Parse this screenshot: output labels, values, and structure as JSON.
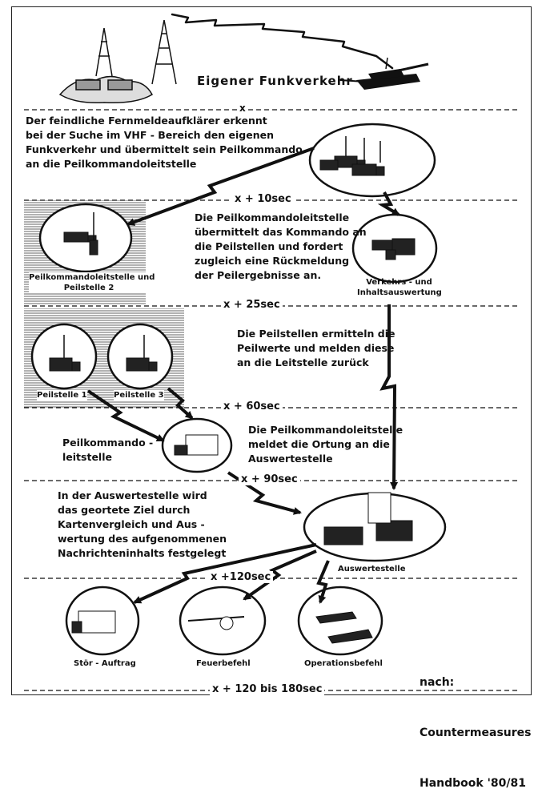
{
  "title": "Eigener Funkverkehr",
  "times": {
    "t0": "x",
    "t10": "x + 10sec",
    "t25": "x + 25sec",
    "t60": "x + 60sec",
    "t90": "x + 90sec",
    "t120": "x +120sec",
    "tend": "x + 120 bis 180sec"
  },
  "paragraphs": {
    "p1": [
      "Der feindliche Fernmeldeaufklärer erkennt",
      "bei der Suche im VHF - Bereich den eigenen",
      "Funkverkehr und übermittelt sein Peilkommando",
      "an die Peilkommandoleitstelle"
    ],
    "p2": [
      "Die Peilkommandoleitstelle",
      "übermittelt das Kommando an",
      "die Peilstellen und fordert",
      "zugleich eine Rückmeldung",
      "der Peilergebnisse an."
    ],
    "p3": [
      "Die Peilstellen ermitteln die",
      "Peilwerte und melden diese",
      "an die Leitstelle zurück"
    ],
    "p4": [
      "Die Peilkommandoleitstelle",
      "meldet die Ortung an die",
      "Auswertestelle"
    ],
    "p5": [
      "In der Auswertestelle wird",
      "das geortete Ziel durch",
      "Kartenvergleich und Aus -",
      "wertung des aufgenommenen",
      "Nachrichteninhalts festgelegt"
    ]
  },
  "labels": {
    "peilkommandoleitstelle_2": [
      "Peilkommandoleitstelle und",
      "Peilstelle 2"
    ],
    "verkehrsauswertung": [
      "Verkehrs - und",
      "Inhaltsauswertung"
    ],
    "peilstelle_1": "Peilstelle 1",
    "peilstelle_3": "Peilstelle 3",
    "leitstelle": [
      "Peilkommando -",
      "leitstelle"
    ],
    "auswertestelle": "Auswertestelle",
    "stoer": "Stör - Auftrag",
    "feuer": "Feuerbefehl",
    "operation": "Operationsbefehl"
  },
  "source": [
    "nach:",
    "Countermeasures",
    "Handbook '80/81"
  ],
  "colors": {
    "ink": "#111111",
    "paper": "#ffffff",
    "hatch": "#555555"
  }
}
